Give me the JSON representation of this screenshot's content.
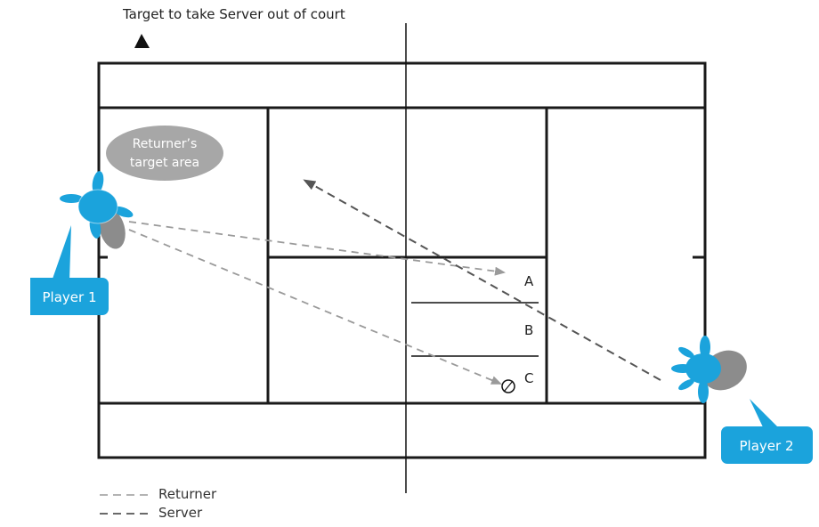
{
  "diagram": {
    "target_caption": "Target to take Server out of court",
    "target_area_line1": "Returner’s",
    "target_area_line2": "target area",
    "zone_a": "A",
    "zone_b": "B",
    "zone_c": "C",
    "player1_label": "Player 1",
    "player2_label": "Player 2"
  },
  "legend": {
    "returner": "Returner",
    "server": "Server"
  },
  "colors": {
    "player_blue": "#1BA3DC",
    "shadow_grey": "#8C8C8C",
    "returner_line": "#9A9A9A",
    "server_line": "#555555",
    "court_line": "#1A1A1A"
  }
}
